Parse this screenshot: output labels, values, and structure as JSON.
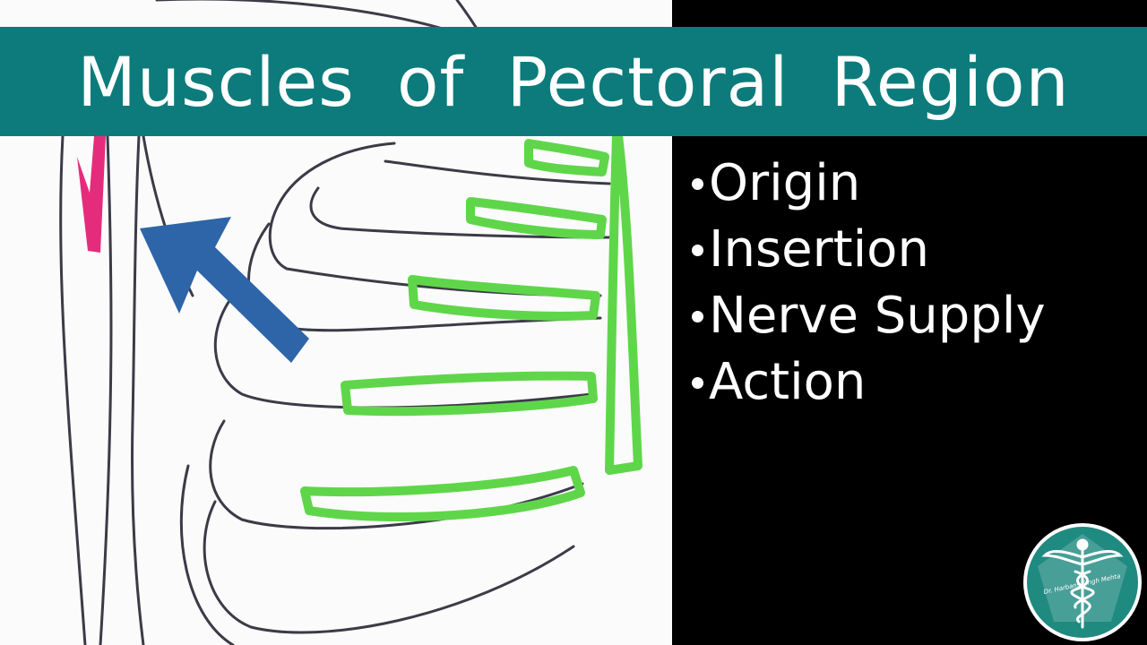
{
  "title": "Muscles of Pectoral Region",
  "topics": [
    "Origin",
    "Insertion",
    "Nerve Supply",
    "Action"
  ],
  "logo": {
    "text": "Dr. Harbans Singh Mehta",
    "icon": "caduceus-icon"
  },
  "colors": {
    "banner": "#0d7b7b",
    "background": "#000000",
    "muscle_highlight": "#5fd64a",
    "arrow": "#2d65a8",
    "pink_highlight": "#e2156e",
    "sketch": "#3b3b48",
    "logo_bg": "#1f8a80"
  }
}
